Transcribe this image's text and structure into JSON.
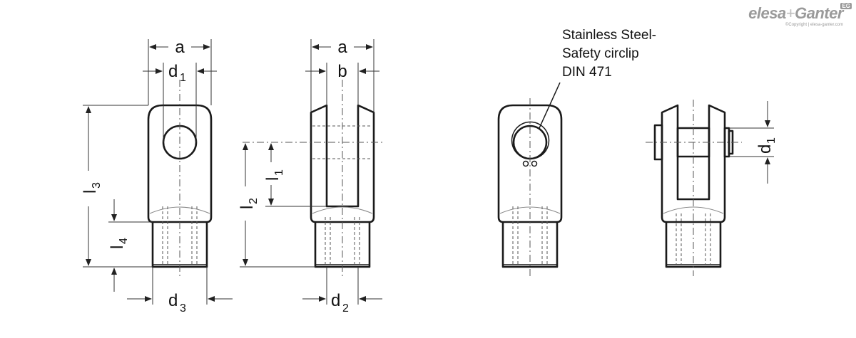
{
  "logo": {
    "brand_left": "elesa",
    "plus": "+",
    "brand_right": "Ganter",
    "badge": "EG",
    "copyright": "©Copyright | elesa-ganter.com"
  },
  "labels": {
    "a": "a",
    "b": "b",
    "d": "d",
    "l": "l",
    "sub_1": "1",
    "sub_2": "2",
    "sub_3": "3",
    "sub_4": "4"
  },
  "note": {
    "line1": "Stainless Steel-",
    "line2": "Safety circlip",
    "line3": "DIN 471"
  }
}
